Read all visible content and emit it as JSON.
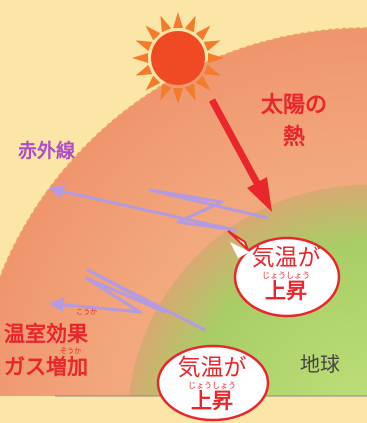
{
  "labels": {
    "sun_heat_line1": "太陽の",
    "sun_heat_line2": "熱",
    "infrared": "赤外線",
    "ghg_line1": "温室効果",
    "ghg_line2": "ガス増加",
    "ghg_ruby_kouka": "こうか",
    "ghg_ruby_zouka": "ぞうか",
    "earth": "地球"
  },
  "bubbles": [
    {
      "main": "気温が",
      "ruby": "じょうしょう",
      "sub": "上昇"
    },
    {
      "main": "気温が",
      "ruby": "じょうしょう",
      "sub": "上昇"
    }
  ],
  "colors": {
    "background": "#fbe6a7",
    "atmosphere": "#f2a57a",
    "earth": "#a9d46a",
    "sun": "#f04a24",
    "heat_arrow": "#e8262b",
    "infrared_arrow": "#b49ae0",
    "text_red": "#e8262b",
    "text_purple": "#b04cc8"
  }
}
